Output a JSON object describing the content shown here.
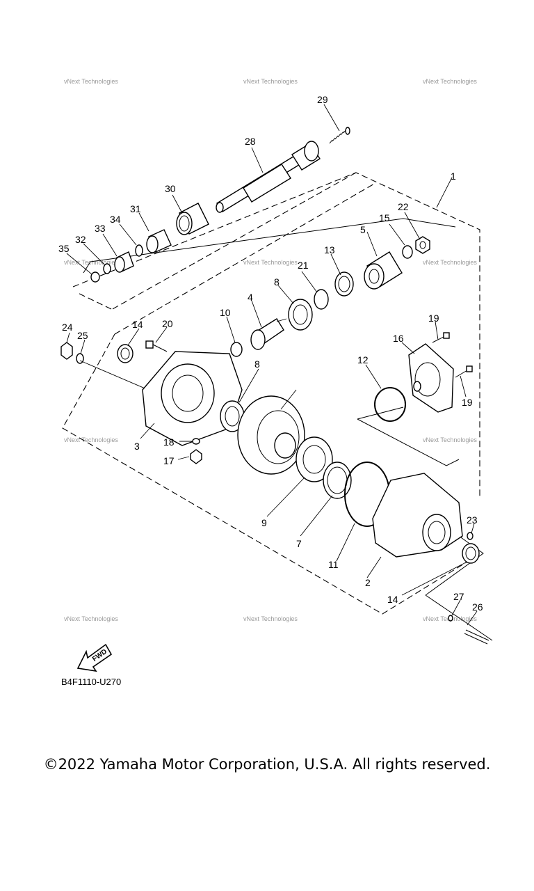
{
  "diagram": {
    "code": "B4F1110-U270",
    "fwd_label": "FWD",
    "watermark": "vNext Technologies",
    "copyright": "©2022 Yamaha Motor Corporation, U.S.A. All rights reserved.",
    "callouts": [
      "1",
      "2",
      "3",
      "4",
      "5",
      "7",
      "8",
      "8",
      "9",
      "10",
      "11",
      "12",
      "13",
      "14",
      "14",
      "15",
      "16",
      "17",
      "18",
      "19",
      "19",
      "20",
      "21",
      "22",
      "23",
      "24",
      "25",
      "26",
      "27",
      "28",
      "29",
      "30",
      "31",
      "32",
      "33",
      "34",
      "35"
    ]
  }
}
